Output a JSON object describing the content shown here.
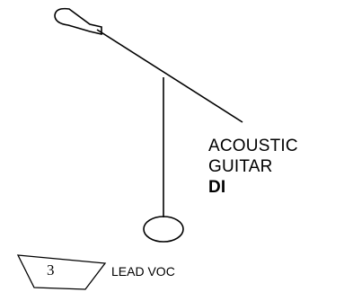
{
  "mic_stand": {
    "icon": "boom-mic-stand-icon",
    "label_lines": [
      "ACOUSTIC",
      "GUITAR"
    ],
    "label_emphasis": "DI"
  },
  "monitor_wedge": {
    "icon": "floor-monitor-wedge-icon",
    "number": "3",
    "label": "LEAD VOC"
  }
}
